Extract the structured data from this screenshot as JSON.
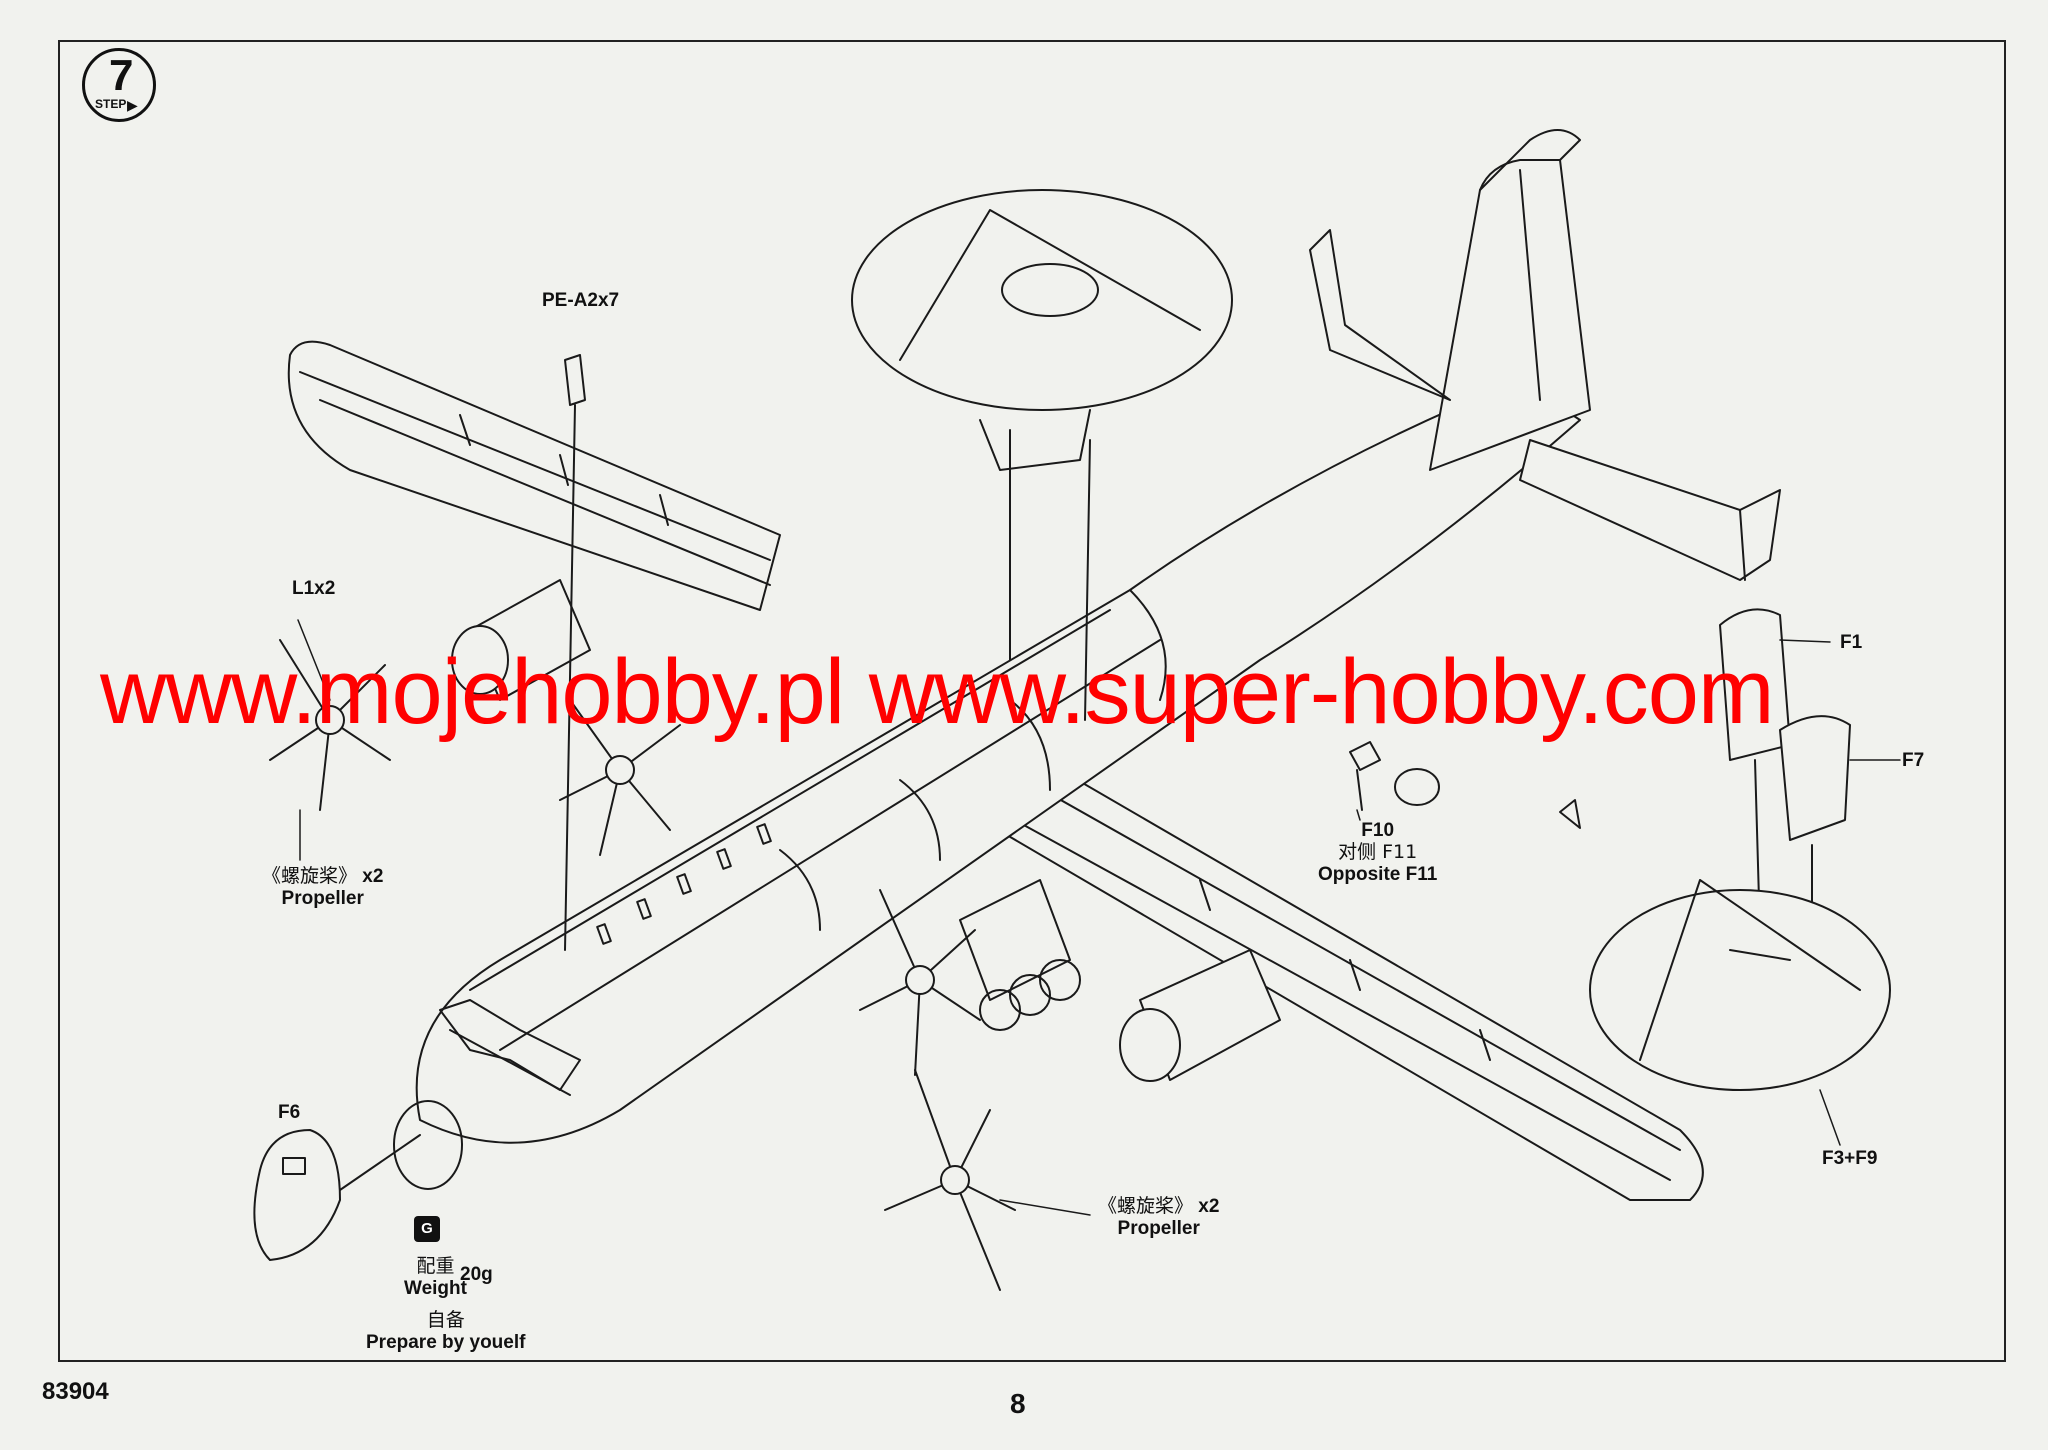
{
  "page": {
    "step_number": "7",
    "step_word": "STEP",
    "page_number": "8",
    "kit_code": "83904"
  },
  "labels": {
    "pe_a2": "PE-A2x7",
    "l1": "L1x2",
    "propeller_left_cn": "《螺旋桨》",
    "propeller_left_qty": "x2",
    "propeller_left_en": "Propeller",
    "propeller_right_cn": "《螺旋桨》",
    "propeller_right_qty": "x2",
    "propeller_right_en": "Propeller",
    "f1": "F1",
    "f7": "F7",
    "f10": "F10",
    "f11_cn": "对侧 F11",
    "f11_en": "Opposite F11",
    "f3_f9": "F3+F9",
    "f6": "F6",
    "weight_icon": "G",
    "weight_cn": "配重",
    "weight_en": "Weight",
    "weight_value": "20g",
    "prepare_cn": "自备",
    "prepare_en": "Prepare by youelf"
  },
  "watermark": {
    "text": "www.mojehobby.pl www.super-hobby.com",
    "color": "#ff0000"
  }
}
